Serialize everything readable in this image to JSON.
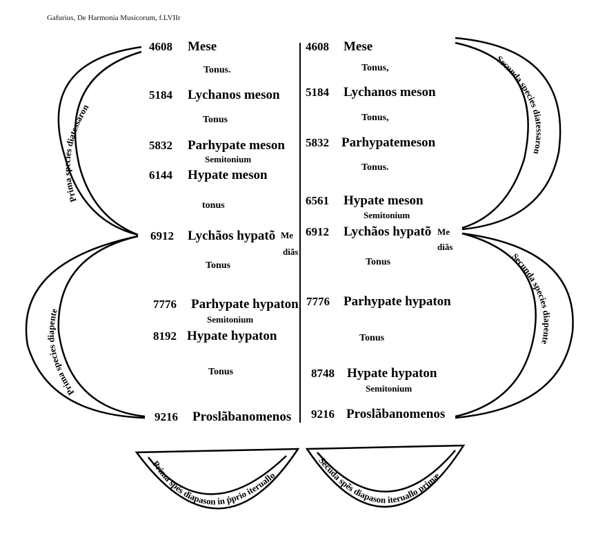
{
  "caption": "Gafurius, De Harmonia Musicorum, f.LVIIr",
  "left": {
    "notes": [
      {
        "num": "4608",
        "name": "Mese"
      },
      {
        "num": "5184",
        "name": "Lychanos meson"
      },
      {
        "num": "5832",
        "name": "Parhypate meson"
      },
      {
        "num": "6144",
        "name": "Hypate meson"
      },
      {
        "num": "6912",
        "name": "Lychãos hypatõ"
      },
      {
        "num": "7776",
        "name": "Parhypate hypaton"
      },
      {
        "num": "8192",
        "name": "Hypate hypaton"
      },
      {
        "num": "9216",
        "name": "Proslãbanomenos"
      }
    ],
    "intervals": [
      "Tonus.",
      "Tonus",
      "Semitonium",
      "tonus",
      "Tonus",
      "Semitonium",
      "Tonus"
    ],
    "medias": [
      "Me",
      "diãs"
    ],
    "arc_upper": "Prima species diatessaron",
    "arc_lower": "Prima species diapente"
  },
  "right": {
    "notes": [
      {
        "num": "4608",
        "name": "Mese"
      },
      {
        "num": "5184",
        "name": "Lychanos meson"
      },
      {
        "num": "5832",
        "name": "Parhypatemeson"
      },
      {
        "num": "6561",
        "name": "Hypate meson"
      },
      {
        "num": "6912",
        "name": "Lychãos hypatõ"
      },
      {
        "num": "7776",
        "name": "Parhypate hypaton"
      },
      {
        "num": "8748",
        "name": "Hypate hypaton"
      },
      {
        "num": "9216",
        "name": "Proslãbanomenos"
      }
    ],
    "intervals": [
      "Tonus,",
      "Tonus,",
      "Tonus.",
      "Semitonium",
      "Tonus",
      "Tonus",
      "Semitonium"
    ],
    "medias": [
      "Me",
      "diãs"
    ],
    "arc_upper": "Secunda species diatessaron",
    "arc_lower": "Secunda species diapente"
  },
  "bottom": {
    "left_arc": "Prima spẽs diapason in ṗprio iteruallo",
    "right_arc": "Secũda spẽs diapason iteruallo primæ"
  }
}
